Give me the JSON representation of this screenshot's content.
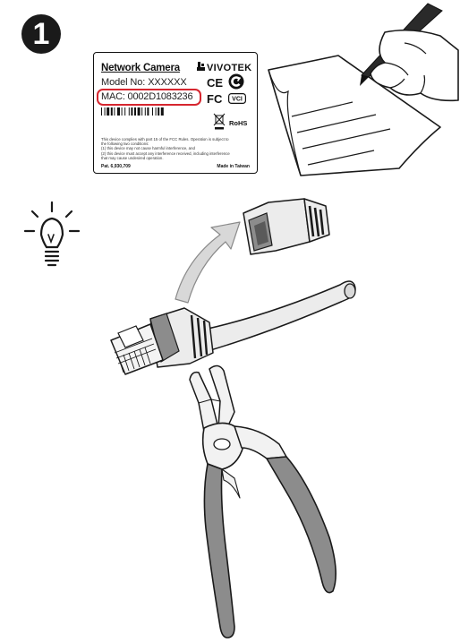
{
  "step": {
    "number": "1"
  },
  "label": {
    "title": "Network Camera",
    "brand": "VIVOTEK",
    "model": "Model No: XXXXXX",
    "mac": "MAC: 0002D1083236",
    "ce_mark": "CE",
    "fc_mark": "FC",
    "vci_mark": "VCI",
    "rohs": "RoHS",
    "fine_print": [
      "This device complies with part 15 of the FCC Rules. Operation is subject to",
      "the following two conditions:",
      "(1) this device may not cause harmful interference, and",
      "(2) this device must accept any interference received, including interference",
      "that may cause undesired operation."
    ],
    "patent": "Pat. 6,930,709",
    "made_in": "Made in Taiwan"
  },
  "colors": {
    "highlight": "#d6262f",
    "grey_plastic": "#8c8c8c",
    "light_plastic": "#ececec",
    "outline": "#1a1a1a"
  },
  "icons": [
    "signing-hand-icon",
    "lightbulb-icon",
    "curved-arrow-icon",
    "rj45-boot-icon",
    "rj45-cable-icon",
    "cutting-pliers-icon"
  ]
}
